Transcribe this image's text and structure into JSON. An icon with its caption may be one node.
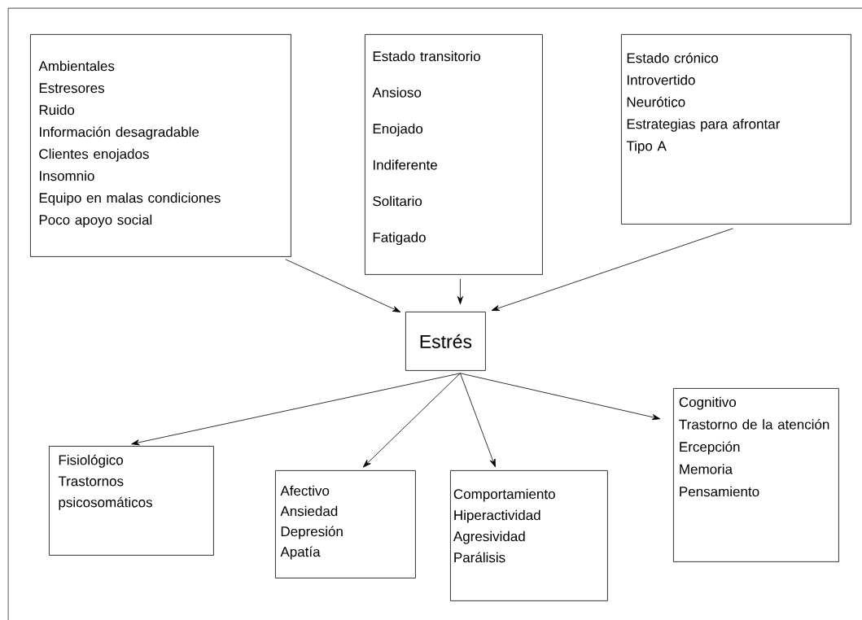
{
  "diagram": {
    "nodes": [
      {
        "text": [
          "Ambientales",
          "Estresores",
          "Ruido",
          "Información desagradable",
          "Clientes enojados",
          "Insomnio",
          "Equipo en malas condiciones",
          "Poco apoyo social"
        ]
      },
      {
        "text": [
          "Estado transitorio",
          "Ansioso",
          "Enojado",
          "Indiferente",
          "Solitario",
          "Fatigado"
        ]
      },
      {
        "text": [
          "Estado crónico",
          "Introvertido",
          "Neurótico",
          "Estrategias para afrontar",
          "Tipo A"
        ]
      },
      {
        "text": [
          "Estrés"
        ]
      },
      {
        "text": [
          "Fisiológico",
          "Trastornos psicosomáticos"
        ]
      },
      {
        "text": [
          "Afectivo",
          "Ansiedad",
          "Depresión",
          "Apatía"
        ]
      },
      {
        "text": [
          "Comportamiento",
          "Hiperactividad",
          "Agresividad",
          "Parálisis"
        ]
      },
      {
        "text": [
          "Cognitivo",
          "Trastorno de la atención",
          "Ercepción",
          "Memoria",
          "Pensamiento"
        ]
      }
    ],
    "edges": [
      {
        "from": 0,
        "to": 3,
        "arrow": "to"
      },
      {
        "from": 1,
        "to": 3,
        "arrow": "to"
      },
      {
        "from": 2,
        "to": 3,
        "arrow": "to"
      },
      {
        "from": 3,
        "to": 4,
        "arrow": "to"
      },
      {
        "from": 3,
        "to": 5,
        "arrow": "to"
      },
      {
        "from": 3,
        "to": 6,
        "arrow": "to"
      },
      {
        "from": 3,
        "to": 7,
        "arrow": "to"
      }
    ]
  }
}
